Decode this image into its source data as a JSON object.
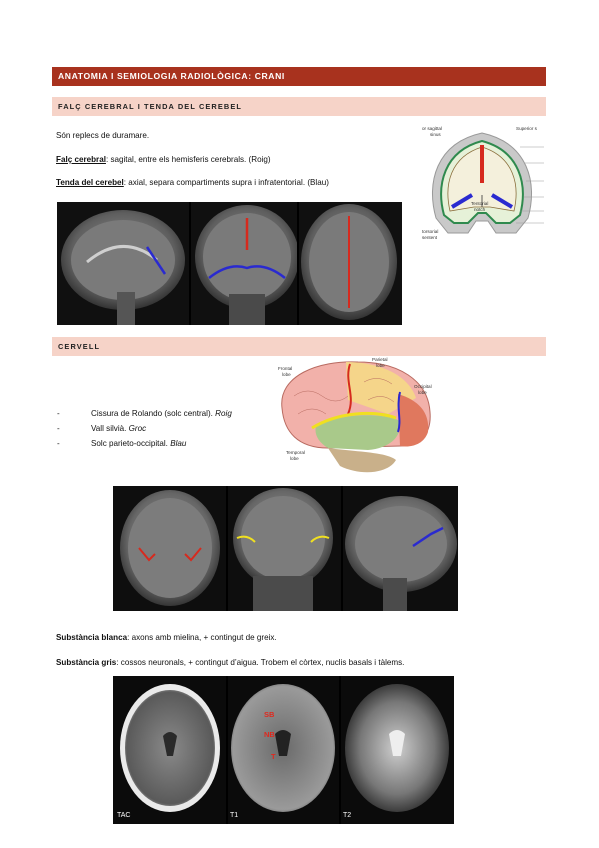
{
  "header": {
    "title": "ANATOMIA I SEMIOLOGIA RADIOLÒGICA: CRANI"
  },
  "sections": {
    "falx": {
      "heading": "FALÇ CEREBRAL I TENDA DEL CEREBEL",
      "line1": "Són replecs de duramare.",
      "line2_term": "Falç cerebral",
      "line2_rest": ": sagital, entre els hemisferis cerebrals. (Roig)",
      "line3_term": "Tenda del cerebel",
      "line3_rest": ": axial, separa compartiments supra i infratentorial. (Blau)"
    },
    "brain": {
      "heading": "CERVELL",
      "bullets": [
        {
          "text": "Cissura de Rolando (solc central). ",
          "color": "Roig"
        },
        {
          "text": "Vall silvià. ",
          "color": "Groc"
        },
        {
          "text": "Solc parieto-occipital. ",
          "color": "Blau"
        }
      ],
      "white_term": "Substància blanca",
      "white_rest": ": axons amb mielina, + contingut de greix.",
      "grey_term": "Substància gris",
      "grey_rest": ": cossos neuronals, + contingut d’aigua. Trobem el còrtex, nuclis basals i tàlems."
    }
  },
  "diagram_labels": {
    "sagittal_sinus_a": "or sagittal",
    "sagittal_sinus_b": "sinus",
    "superior": "Superior s",
    "tentorial_notch_a": "Tentorial",
    "tentorial_notch_b": "notch",
    "tentorium_a": "torsorial",
    "tentorium_b": "sentent",
    "frontal_a": "Frontal",
    "frontal_b": "lobe",
    "parietal_a": "Parietal",
    "parietal_b": "lobe",
    "occipital_a": "Occipital",
    "occipital_b": "lobe",
    "temporal_a": "Temporal",
    "temporal_b": "lobe"
  },
  "scan_labels": {
    "ct": "TAC",
    "t1": "T1",
    "t2": "T2",
    "sb": "SB",
    "nb": "NB",
    "t": "T"
  },
  "colors": {
    "title_bar": "#a8321e",
    "section_bar": "#f6d3c8",
    "red_line": "#d62a1e",
    "blue_line": "#2a2ad0",
    "yellow_line": "#f0e020"
  }
}
